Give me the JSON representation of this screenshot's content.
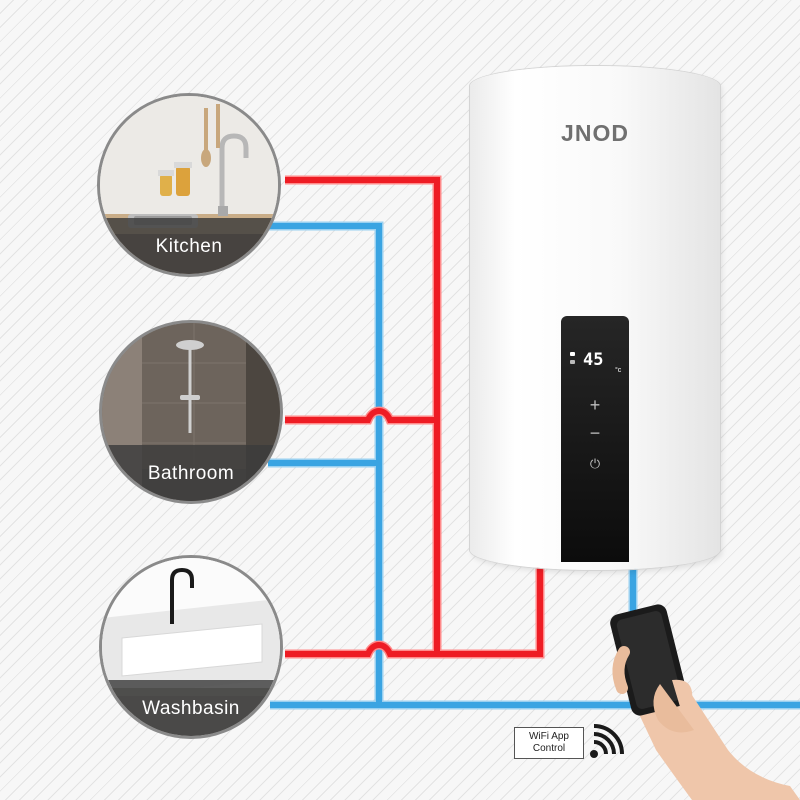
{
  "rooms": {
    "kitchen": "Kitchen",
    "bathroom": "Bathroom",
    "washbasin": "Washbasin"
  },
  "heater": {
    "brand": "JNOD",
    "display": {
      "temperature": "45",
      "unit": "°c",
      "plus": "+",
      "minus": "−",
      "power": "⏻"
    }
  },
  "wifi": {
    "line1": "WiFi App",
    "line2": "Control"
  },
  "colors": {
    "hot_pipe": "#ee1c24",
    "cold_pipe": "#3aa4e2",
    "heater_body": "#f7f7f7",
    "panel": "#111111"
  },
  "icons": [
    "wifi-signal-icon",
    "power-icon",
    "plus-icon",
    "minus-icon",
    "smartphone-icon",
    "hand-icon"
  ]
}
